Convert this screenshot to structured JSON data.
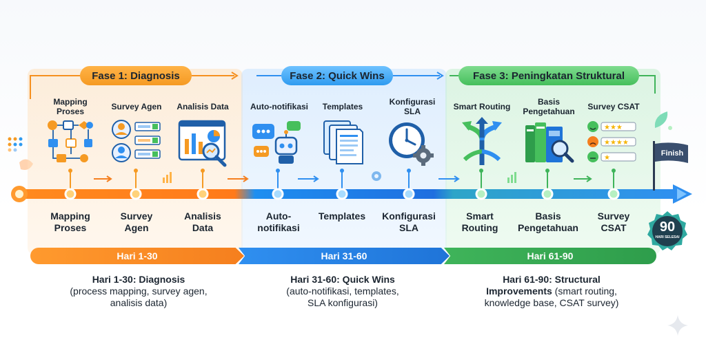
{
  "phases": [
    {
      "name": "Fase 1: Diagnosis",
      "days": "Hari 1-30",
      "color": "#f5901f",
      "items": [
        {
          "title": "Mapping\nProses",
          "label": "Mapping\nProses",
          "icon": "process-map-icon"
        },
        {
          "title": "Survey Agen",
          "label": "Survey\nAgen",
          "icon": "survey-agents-icon"
        },
        {
          "title": "Analisis Data",
          "label": "Analisis\nData",
          "icon": "data-analysis-icon"
        }
      ],
      "summary_title": "Hari 1-30: Diagnosis",
      "summary_text": "(process mapping, survey agen,\nanalisis data)"
    },
    {
      "name": "Fase 2: Quick Wins",
      "days": "Hari 31-60",
      "color": "#2f8ff0",
      "items": [
        {
          "title": "Auto-notifikasi",
          "label": "Auto-\nnotifikasi",
          "icon": "chat-bot-icon"
        },
        {
          "title": "Templates",
          "label": "Templates",
          "icon": "documents-icon"
        },
        {
          "title": "Konfigurasi\nSLA",
          "label": "Konfigurasi\nSLA",
          "icon": "clock-gear-icon"
        }
      ],
      "summary_title": "Hari 31-60: Quick Wins",
      "summary_text": "(auto-notifikasi, templates,\nSLA konfigurasi)"
    },
    {
      "name": "Fase 3: Peningkatan Struktural",
      "days": "Hari 61-90",
      "color": "#3fb45a",
      "items": [
        {
          "title": "Smart Routing",
          "label": "Smart\nRouting",
          "icon": "routing-arrows-icon"
        },
        {
          "title": "Basis\nPengetahuan",
          "label": "Basis\nPengetahuan",
          "icon": "books-search-icon"
        },
        {
          "title": "Survey CSAT",
          "label": "Survey\nCSAT",
          "icon": "csat-rating-icon"
        }
      ],
      "summary_title_bold": "Hari 61-90: Structural",
      "summary_title_bold2": "Improvements",
      "summary_text_inline": " (smart routing,",
      "summary_text": "knowledge base, CSAT survey)"
    }
  ],
  "finish": {
    "flag_label": "Finish",
    "badge_number": "90",
    "badge_caption": "HARI SELESAI"
  }
}
